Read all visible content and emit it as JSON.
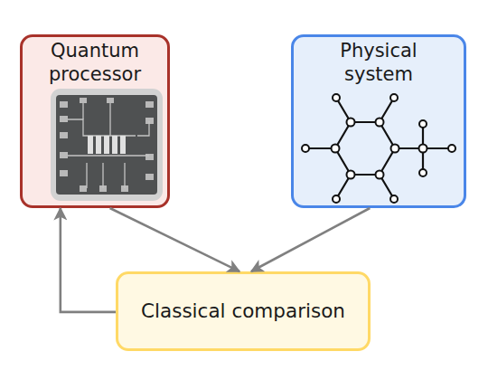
{
  "diagram": {
    "nodes": [
      {
        "text": [
          "Quantum processor"
        ]
      },
      {
        "text": [
          "Physical system"
        ]
      },
      {
        "text": [
          "Classical comparison"
        ]
      }
    ],
    "edges": [
      {
        "from": 0,
        "to": 2,
        "arrow": "to"
      },
      {
        "from": 1,
        "to": 2,
        "arrow": "to"
      },
      {
        "from": 2,
        "to": 0,
        "arrow": "to"
      }
    ]
  }
}
